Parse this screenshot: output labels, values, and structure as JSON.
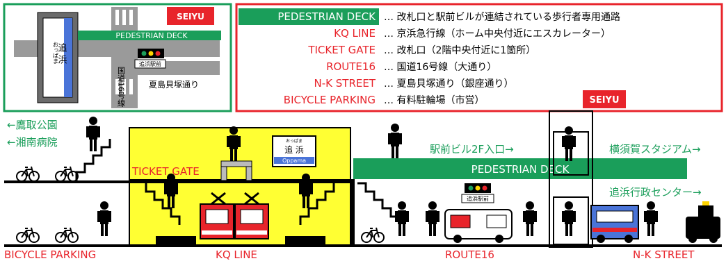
{
  "map": {
    "seiyu_label": "SEIYU",
    "deck_label": "PEDESTRIAN DECK",
    "station_name_v": "追 浜",
    "station_kana_v": "おっぱま",
    "route_label_v": "国道16号線",
    "street_label": "夏島貝塚通り",
    "signal_label": "追浜駅前"
  },
  "legend": {
    "items": [
      {
        "term": "PEDESTRIAN DECK",
        "desc": "… 改札口と駅前ビルが連結されている歩行者専用通路"
      },
      {
        "term": "KQ LINE",
        "desc": "… 京浜急行線（ホーム中央付近にエスカレーター）"
      },
      {
        "term": "TICKET GATE",
        "desc": "… 改札口（2階中央付近に1箇所）"
      },
      {
        "term": "ROUTE16",
        "desc": "… 国道16号線（大通り）"
      },
      {
        "term": "N-K STREET",
        "desc": "… 夏島貝塚通り（銀座通り）"
      },
      {
        "term": "BICYCLE PARKING",
        "desc": "… 有料駐輪場（市営）"
      }
    ]
  },
  "section": {
    "dir_park": "←鷹取公園",
    "dir_hospital": "←湘南病院",
    "ticket_gate": "TICKET GATE",
    "sign_kana": "おっぱま",
    "sign_kanji": "追 浜",
    "sign_roman": "Oppama",
    "building_entrance": "駅前ビル2F入口→",
    "stadium": "横須賀スタジアム→",
    "deck": "PEDESTRIAN DECK",
    "admin_center": "追浜行政センター→",
    "signal_label": "追浜駅前",
    "seiyu": "SEIYU"
  },
  "bottom": {
    "bicycle_parking": "BICYCLE PARKING",
    "kq_line": "KQ LINE",
    "route16": "ROUTE16",
    "nk_street": "N-K STREET"
  },
  "colors": {
    "green": "#1a9e5a",
    "red": "#e8242b",
    "yellow": "#ffff33",
    "text_red": "#e8242b"
  }
}
